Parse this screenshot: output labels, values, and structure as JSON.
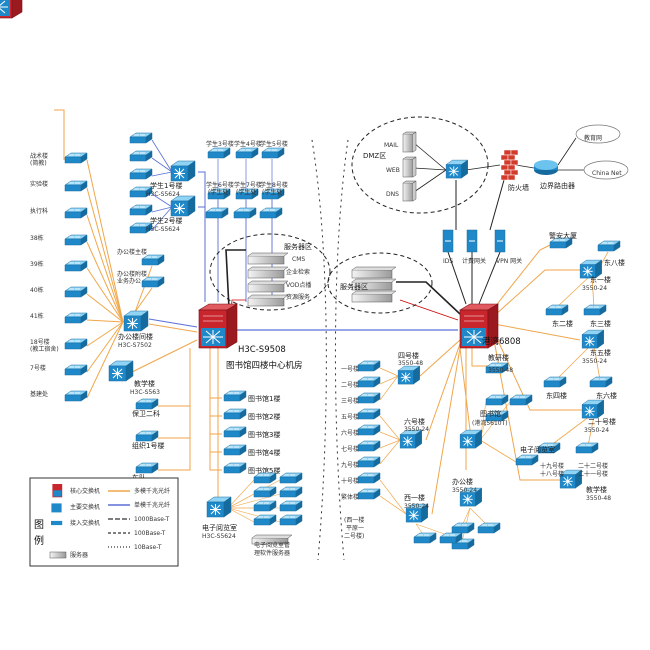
{
  "diagram": {
    "core_left": {
      "name": "H3C-S9508",
      "caption": "图书馆四楼中心机房"
    },
    "core_right": {
      "name": "港湾6808"
    },
    "left_switches": {
      "student1": {
        "label": "学生1号楼",
        "model": "H3C-S5624"
      },
      "student2": {
        "label": "学生2号楼",
        "model": "H3C-S5624"
      },
      "office_building": {
        "label": "办公楼间楼",
        "model": "H3C-S7502"
      },
      "teaching": {
        "label": "教学楼",
        "model": "H3C-S563"
      },
      "elib": {
        "label": "电子阅览室",
        "model": "H3C-S5624"
      }
    },
    "student_dorms": [
      "学生3号楼",
      "学生4号楼",
      "学生5号楼",
      "学生6号楼",
      "学生7号楼",
      "学生8号楼"
    ],
    "student_dorm_notes": [
      "(学生处)",
      "(学生处)",
      "(学生处)"
    ],
    "far_left_nodes": [
      "战术楼\n(简教)",
      "实验楼",
      "执行科",
      "38栋",
      "39栋",
      "40栋",
      "41栋",
      "18号楼\n(教工宿舍)",
      "7号楼",
      "基建处"
    ],
    "office_nodes": [
      "办公楼主楼",
      "办公楼附楼\n业务办公"
    ],
    "bottom_left_nodes": [
      "保卫二科",
      "组织1号楼",
      "车队"
    ],
    "library_floors": [
      "图书馆1楼",
      "图书馆2楼",
      "图书馆3楼",
      "图书馆4楼",
      "图书馆5楼"
    ],
    "service_area_left": {
      "title": "服务器区",
      "items": [
        "CMS",
        "企业检索",
        "VOD点播",
        "资源服务"
      ]
    },
    "service_area_right": {
      "title": "服务器区"
    },
    "dmz": {
      "title": "DMZ区",
      "servers": [
        "MAIL",
        "WEB",
        "DNS"
      ]
    },
    "edge": {
      "firewall": "防火墙",
      "router": "边界路由器",
      "isp1": "教育网",
      "isp2": "China Net"
    },
    "center_devices": {
      "ids": "IDS",
      "billing": "计费网关",
      "vpn": "VPN 网关"
    },
    "right_nodes": {
      "a": {
        "label": "警安大厦"
      },
      "b": {
        "label": "东一楼",
        "model": "3550-24"
      },
      "c": {
        "label": "东八楼"
      },
      "d": {
        "label": "东二楼"
      },
      "e": {
        "label": "东三楼"
      },
      "f": {
        "label": "东五楼",
        "model": "3550-24"
      },
      "g": {
        "label": "东四楼"
      },
      "h": {
        "label": "东六楼"
      },
      "i": {
        "label": "二十号楼",
        "model": "3550-24"
      },
      "j": {
        "label": "十九号楼"
      },
      "k": {
        "label": "十八号楼"
      },
      "l": {
        "label": "二十二号楼"
      },
      "m": {
        "label": "二十一号楼"
      },
      "n": {
        "label": "教学楼",
        "model": "3550-48"
      }
    },
    "mid_nodes": {
      "teach_research": {
        "label": "教研楼",
        "model": "3550-48"
      },
      "four": {
        "label": "四号楼",
        "model": "3550-48"
      },
      "six": {
        "label": "六号楼",
        "model": "3550-24"
      },
      "lib": {
        "label": "图书馆\n(港湾5610T)"
      },
      "elib": {
        "label": "电子阅览室"
      },
      "office": {
        "label": "办公楼",
        "model": "3550-24"
      },
      "west": {
        "label": "西一楼",
        "model": "3550-24"
      },
      "west_note": "(西一楼\n平原一\n二号楼)",
      "small": [
        "一号楼",
        "二号楼",
        "三号楼",
        "五号楼",
        "六号楼",
        "七号楼",
        "九号楼",
        "十号楼",
        "繁体楼"
      ]
    },
    "legend": {
      "title": "图例",
      "items": [
        {
          "icon": "核心交换机",
          "line": "多模千兆光纤"
        },
        {
          "icon": "主要交换机",
          "line": "单模千兆光纤"
        },
        {
          "icon": "接入交换机",
          "line": "1000Base-T"
        },
        {
          "icon": "",
          "line": "100Base-T"
        },
        {
          "icon": "服务器",
          "line": "10Base-T"
        }
      ],
      "extra_server": "电子阅览室管理软件服务器"
    },
    "colors": {
      "orange": "#f0a64a",
      "blue": "#5b6fd6",
      "switch": "#1f88c9",
      "core": "#c8252d",
      "dash": "#222222"
    }
  }
}
